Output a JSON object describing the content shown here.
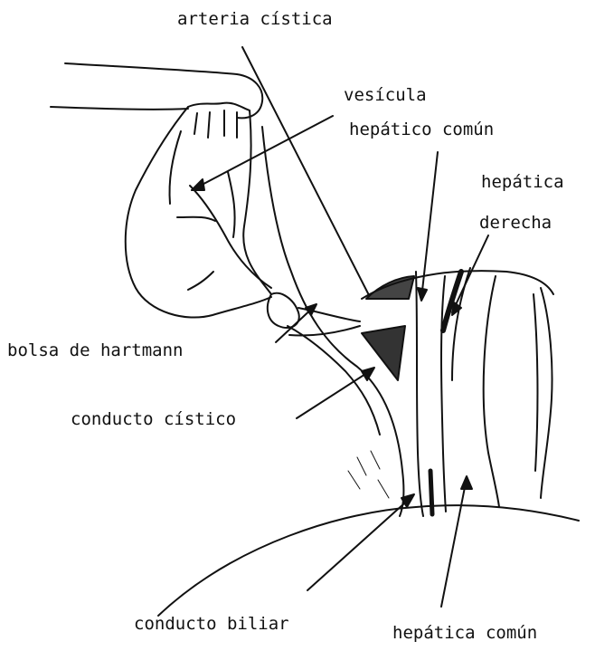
{
  "labels": {
    "arteria_cistica": "arteria cística",
    "vesicula": "vesícula",
    "hepatico_comun": "hepático común",
    "hepatica": "hepática",
    "derecha": "derecha",
    "bolsa_de_hartmann": "bolsa de hartmann",
    "conducto_cistico": "conducto cístico",
    "conducto_biliar": "conducto biliar",
    "hepatica_comun": "hepática común"
  },
  "colors": {
    "ink": "#111111",
    "background": "#ffffff"
  }
}
